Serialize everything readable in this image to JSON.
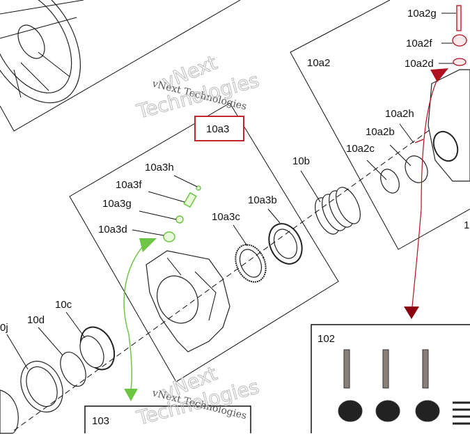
{
  "diagram": {
    "labels": {
      "p10a2g": "10a2g",
      "p10a2f": "10a2f",
      "p10a2d": "10a2d",
      "p10a2": "10a2",
      "p10a2h": "10a2h",
      "p10a2b": "10a2b",
      "p10a2c": "10a2c",
      "p10b": "10b",
      "p10a3": "10a3",
      "p10a3h": "10a3h",
      "p10a3f": "10a3f",
      "p10a3g": "10a3g",
      "p10a3d": "10a3d",
      "p10a3c": "10a3c",
      "p10a3b": "10a3b",
      "p10c": "10c",
      "p10d": "10d",
      "p10j": "0j",
      "p102": "102",
      "p103": "103",
      "edge": "1"
    },
    "watermark": {
      "small": "vNext Technologies",
      "large_line1": "vNext",
      "large_line2": "Technologies"
    },
    "colors": {
      "highlight_box": "#c0282d",
      "green_arrow": "#6cc644",
      "red_arrow": "#b01020"
    }
  }
}
